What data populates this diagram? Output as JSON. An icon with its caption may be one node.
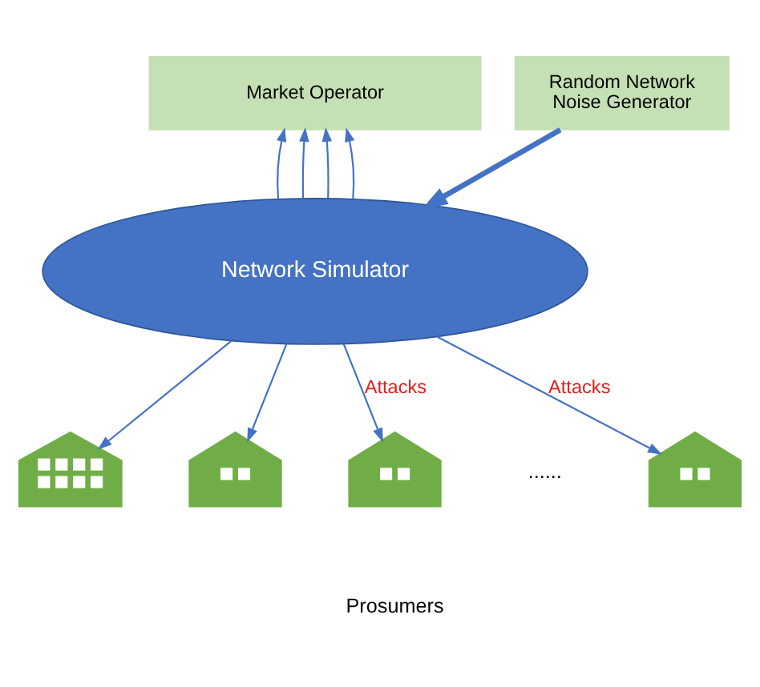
{
  "diagram": {
    "nodes": [
      {
        "text": [
          "Market Operator"
        ]
      },
      {
        "text": [
          "Random Network Noise Generator"
        ]
      },
      {
        "text": [
          "Network Simulator"
        ]
      },
      {
        "text": [],
        "shape": "school"
      },
      {
        "text": [],
        "shape": "house"
      },
      {
        "text": [],
        "shape": "house"
      },
      {
        "text": [],
        "shape": "house"
      }
    ],
    "edges": [
      {
        "from": 2,
        "to": 0,
        "arrow": "to"
      },
      {
        "from": 2,
        "to": 0,
        "arrow": "to"
      },
      {
        "from": 2,
        "to": 0,
        "arrow": "to"
      },
      {
        "from": 2,
        "to": 0,
        "arrow": "to"
      },
      {
        "from": 1,
        "to": 2,
        "arrow": "to",
        "style": "thick"
      },
      {
        "from": 2,
        "to": 3,
        "arrow": "to"
      },
      {
        "from": 2,
        "to": 4,
        "arrow": "to"
      },
      {
        "from": 2,
        "to": 5,
        "arrow": "to",
        "label": "Attacks"
      },
      {
        "from": 2,
        "to": 6,
        "arrow": "to",
        "label": "Attacks"
      }
    ],
    "labels": [
      "......",
      "Prosumers"
    ]
  }
}
